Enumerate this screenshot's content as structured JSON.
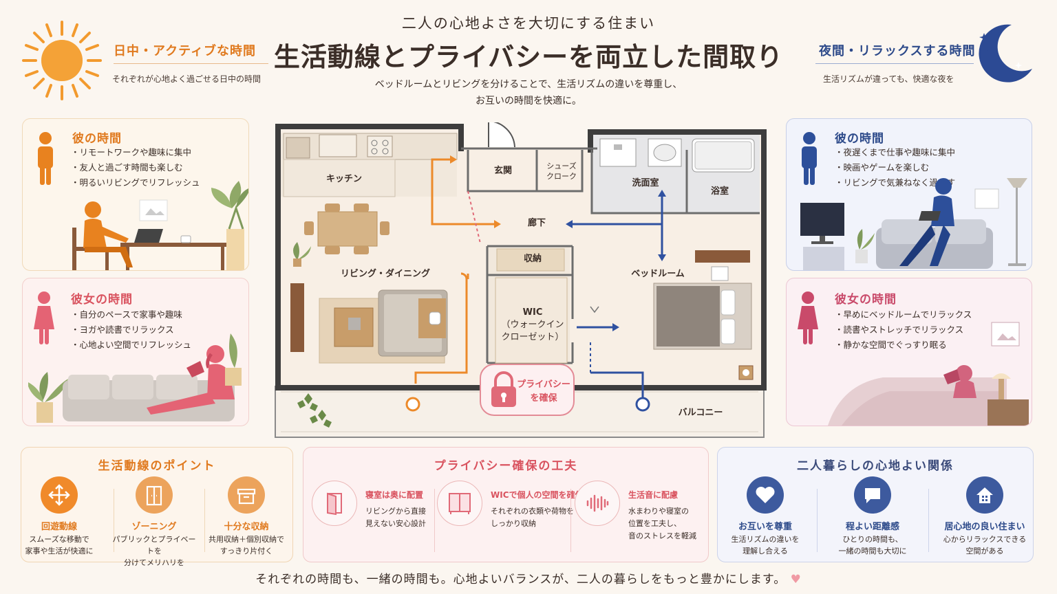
{
  "header": {
    "title_sub": "二人の心地よさを大切にする住まい",
    "title_main": "生活動線とプライバシーを両立した間取り",
    "desc_line1": "ベッドルームとリビングを分けることで、生活リズムの違いを尊重し、",
    "desc_line2": "お互いの時間を快適に。",
    "day": {
      "title": "日中・アクティブな時間",
      "subtitle": "それぞれが心地よく過ごせる日中の時間",
      "icon": "sun-icon"
    },
    "night": {
      "title": "夜間・リラックスする時間",
      "subtitle": "生活リズムが違っても、快適な夜を",
      "icon": "moon-icon"
    }
  },
  "cards": {
    "him_day": {
      "title": "彼の時間",
      "items": [
        "リモートワークや趣味に集中",
        "友人と過ごす時間も楽しむ",
        "明るいリビングでリフレッシュ"
      ]
    },
    "her_day": {
      "title": "彼女の時間",
      "items": [
        "自分のペースで家事や趣味",
        "ヨガや読書でリラックス",
        "心地よい空間でリフレッシュ"
      ]
    },
    "him_night": {
      "title": "彼の時間",
      "items": [
        "夜遅くまで仕事や趣味に集中",
        "映画やゲームを楽しむ",
        "リビングで気兼ねなく過ごす"
      ]
    },
    "her_night": {
      "title": "彼女の時間",
      "items": [
        "早めにベッドルームでリラックス",
        "読書やストレッチでリラックス",
        "静かな空間でぐっすり眠る"
      ]
    }
  },
  "floor_plan": {
    "rooms": {
      "kitchen": "キッチン",
      "entrance": "玄関",
      "shoe_closet": [
        "シューズ",
        "クローク"
      ],
      "washroom": "洗面室",
      "bath": "浴室",
      "hallway": "廊下",
      "living": "リビング・ダイニング",
      "storage": "収納",
      "wic": [
        "WIC",
        "（ウォークイン",
        "クローゼット）"
      ],
      "bedroom": "ベッドルーム",
      "balcony": "バルコニー"
    },
    "privacy_badge": [
      "プライバシー",
      "を確保"
    ]
  },
  "colors": {
    "orange": "#ec8a2a",
    "blue": "#2f51a0",
    "pink": "#e06a78",
    "brown": "#4a3b33"
  },
  "panels": {
    "flow": {
      "title": "生活動線のポイント",
      "items": [
        {
          "title": "回遊動線",
          "desc": [
            "スムーズな移動で",
            "家事や生活が快適に"
          ],
          "icon": "arrows-icon"
        },
        {
          "title": "ゾーニング",
          "desc": [
            "パブリックとプライベートを",
            "分けてメリハリを"
          ],
          "icon": "door-icon"
        },
        {
          "title": "十分な収納",
          "desc": [
            "共用収納＋個別収納で",
            "すっきり片付く"
          ],
          "icon": "box-icon"
        }
      ]
    },
    "privacy": {
      "title": "プライバシー確保の工夫",
      "items": [
        {
          "title": "寝室は奥に配置",
          "desc": [
            "リビングから直接",
            "見えない安心設計"
          ],
          "icon": "door-open-icon"
        },
        {
          "title": "WICで個人の空間を確保",
          "desc": [
            "それぞれの衣類や荷物を",
            "しっかり収納"
          ],
          "icon": "wardrobe-icon"
        },
        {
          "title": "生活音に配慮",
          "desc": [
            "水まわりや寝室の",
            "位置を工夫し、",
            "音のストレスを軽減"
          ],
          "icon": "soundwave-icon"
        }
      ]
    },
    "relation": {
      "title": "二人暮らしの心地よい関係",
      "items": [
        {
          "title": "お互いを尊重",
          "desc": [
            "生活リズムの違いを",
            "理解し合える"
          ],
          "icon": "heart-icon"
        },
        {
          "title": "程よい距離感",
          "desc": [
            "ひとりの時間も、",
            "一緒の時間も大切に"
          ],
          "icon": "chat-icon"
        },
        {
          "title": "居心地の良い住まい",
          "desc": [
            "心からリラックスできる",
            "空間がある"
          ],
          "icon": "house-icon"
        }
      ]
    }
  },
  "footer": "それぞれの時間も、一緒の時間も。心地よいバランスが、二人の暮らしをもっと豊かにします。"
}
